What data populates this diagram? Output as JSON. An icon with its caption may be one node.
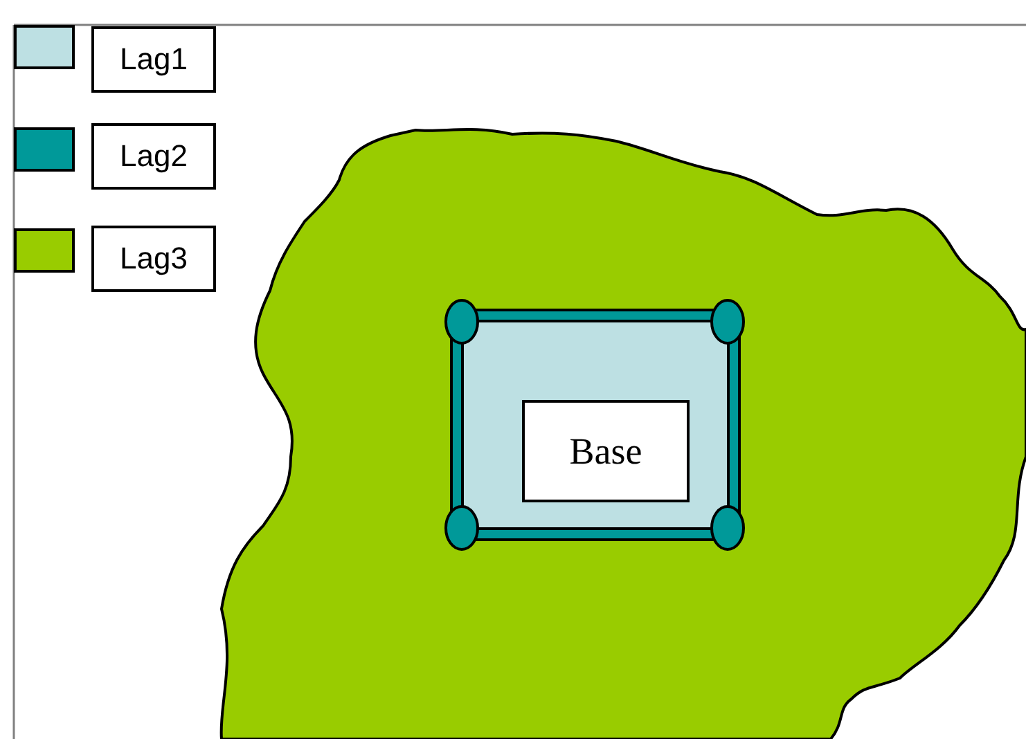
{
  "diagram": {
    "nodes": [
      {
        "text": [],
        "shape": "cloud"
      },
      {
        "text": [],
        "shape": "box",
        "in": 0
      },
      {
        "text": [
          "Base"
        ],
        "in": 1
      },
      {
        "text": [],
        "shape": "circle",
        "in": 0
      },
      {
        "text": [],
        "shape": "circle",
        "in": 0
      },
      {
        "text": [],
        "shape": "circle",
        "in": 0
      },
      {
        "text": [],
        "shape": "circle",
        "in": 0
      }
    ],
    "legend": [
      {
        "text": "Lag1",
        "color": "#bde0e3"
      },
      {
        "text": "Lag2",
        "color": "#009999"
      },
      {
        "text": "Lag3",
        "color": "#99cc00"
      }
    ]
  }
}
